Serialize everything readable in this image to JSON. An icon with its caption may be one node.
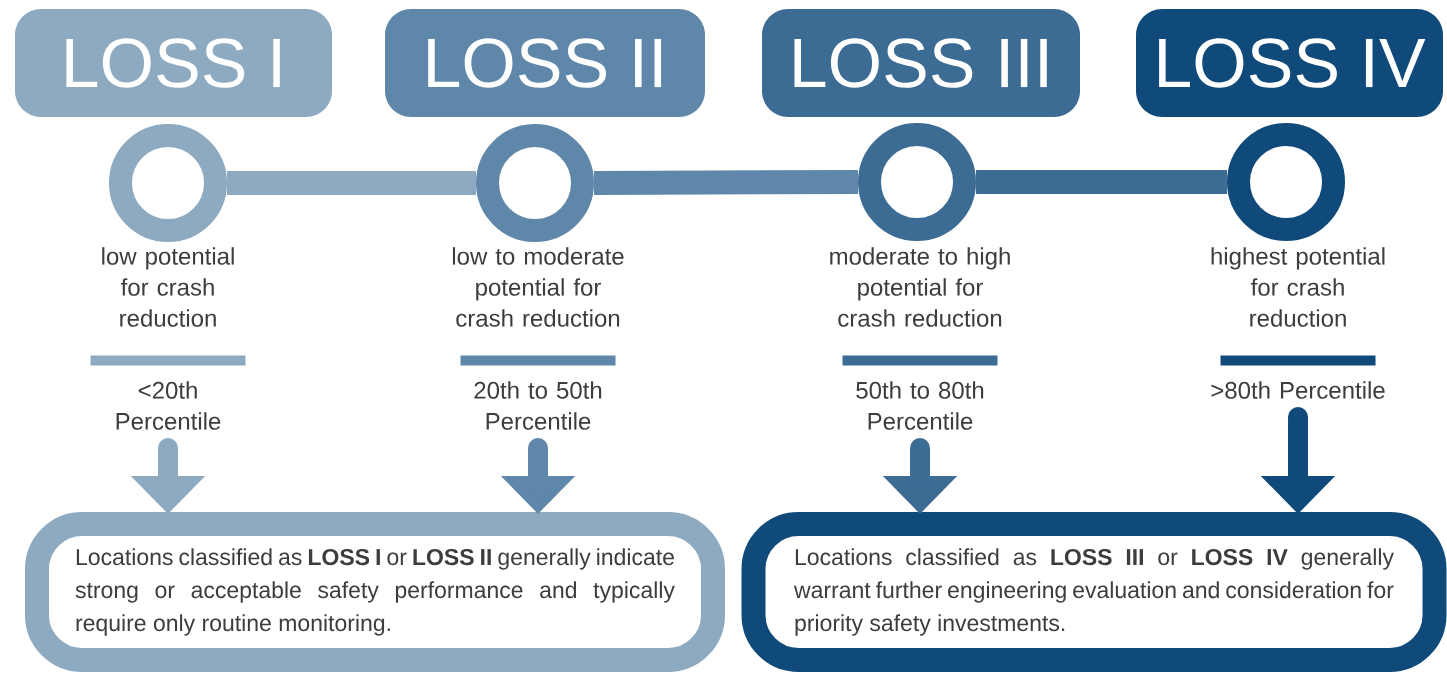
{
  "diagram": {
    "nodes": [
      {
        "text": [
          "LOSS I"
        ]
      },
      {
        "text": [
          "LOSS II"
        ]
      },
      {
        "text": [
          "LOSS III"
        ]
      },
      {
        "text": [
          "LOSS IV"
        ]
      },
      {
        "text": [],
        "shape": "circle"
      },
      {
        "text": [],
        "shape": "circle"
      },
      {
        "text": [],
        "shape": "circle"
      },
      {
        "text": [],
        "shape": "circle"
      },
      {
        "text": [
          "low potential for crash reduction",
          "<20th Percentile"
        ]
      },
      {
        "text": [
          "low to moderate potential for crash reduction",
          "20th to 50th Percentile"
        ]
      },
      {
        "text": [
          "moderate to high potential for crash reduction",
          "50th to 80th Percentile"
        ]
      },
      {
        "text": [
          "highest potential for crash reduction",
          ">80th Percentile"
        ]
      },
      {
        "text": [
          "Locations classified as **LOSS I** or **LOSS II** generally indicate strong or acceptable safety performance and typically require only routine monitoring."
        ]
      },
      {
        "text": [
          "Locations classified as **LOSS III** or **LOSS IV** generally warrant further engineering evaluation and consideration for priority safety investments."
        ]
      }
    ],
    "edges": [
      {
        "from": 4,
        "to": 5,
        "arrow": "none",
        "color": "#8eaac1"
      },
      {
        "from": 5,
        "to": 6,
        "arrow": "none",
        "color": "#5f87a9"
      },
      {
        "from": 6,
        "to": 7,
        "arrow": "none",
        "color": "#3c6b94"
      },
      {
        "from": 8,
        "to": 12,
        "arrow": "to",
        "color": "#8eaac1"
      },
      {
        "from": 9,
        "to": 12,
        "arrow": "to",
        "color": "#5f87a9"
      },
      {
        "from": 10,
        "to": 13,
        "arrow": "to",
        "color": "#3c6b94"
      },
      {
        "from": 11,
        "to": 13,
        "arrow": "to",
        "color": "#104a7a"
      }
    ]
  }
}
